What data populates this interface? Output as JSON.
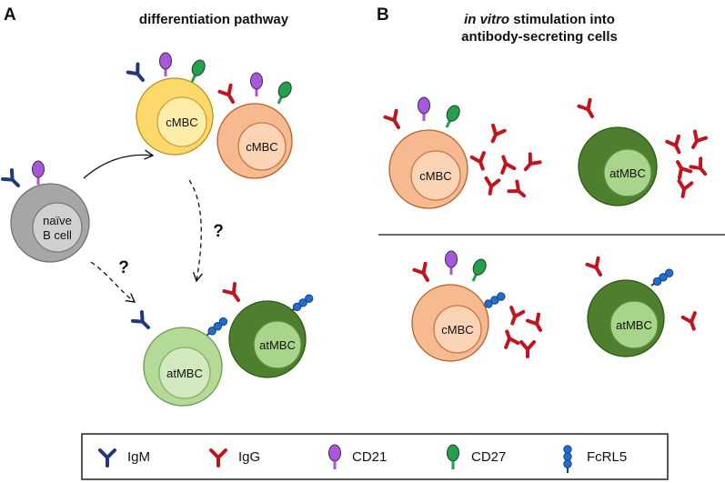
{
  "panels": {
    "a": {
      "letter": "A",
      "title": "differentiation pathway",
      "naive_cell_line1": "naïve",
      "naive_cell_line2": "B cell",
      "cmbc_label": "cMBC",
      "atmbc_label": "atMBC",
      "question_mark": "?"
    },
    "b": {
      "letter": "B",
      "title_italic": "in vitro",
      "title_rest": " stimulation into",
      "title_line2": "antibody-secreting cells",
      "cmbc_label": "cMBC",
      "atmbc_label": "atMBC"
    }
  },
  "legend": {
    "items": [
      {
        "label": "IgM",
        "icon": "igm-icon"
      },
      {
        "label": "IgG",
        "icon": "igg-icon"
      },
      {
        "label": "CD21",
        "icon": "cd21-icon"
      },
      {
        "label": "CD27",
        "icon": "cd27-icon"
      },
      {
        "label": "FcRL5",
        "icon": "fcrl5-icon"
      }
    ]
  },
  "colors": {
    "igm": "#1f3a7a",
    "igg": "#c0151c",
    "cd21": "#a855e0",
    "cd27": "#22a04a",
    "fcrl5": "#1f6fd0",
    "naive_outer": "#a6a6a6",
    "naive_inner": "#d0d0d0",
    "cmbc_yellow_outer": "#fdd86a",
    "cmbc_yellow_inner": "#feeda8",
    "cmbc_orange_outer": "#f7b98f",
    "cmbc_orange_inner": "#fbd3b5",
    "atmbc_light_outer": "#b4da98",
    "atmbc_light_inner": "#d2e9bf",
    "atmbc_dark_outer": "#4e7f2e",
    "atmbc_dark_inner": "#a9d48b"
  }
}
